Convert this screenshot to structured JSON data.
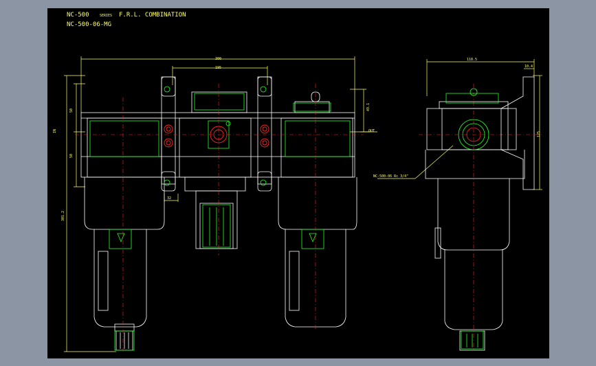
{
  "title": {
    "line1_part1": "NC-500",
    "line1_series": "SERIES",
    "line1_part2": "F.R.L. COMBINATION",
    "line2": "NC-500-06-MG"
  },
  "dimensions": {
    "overall_width": "300",
    "inner_width": "195",
    "upper_height": "50",
    "lower_height": "50",
    "total_height": "301.2",
    "small_width": "32",
    "in_label": "IN",
    "out_label": "OUT",
    "right_height": "49.1",
    "side_width": "118.5",
    "side_small": "10.4",
    "side_height": "125",
    "port_callout": "NC-500-06 Rc 3/4\""
  },
  "colors": {
    "background": "#8c95a3",
    "canvas": "#000000",
    "outline": "#ffffff",
    "detail": "#22ff22",
    "dimension": "#ffff66",
    "centerline": "#ff2222"
  }
}
